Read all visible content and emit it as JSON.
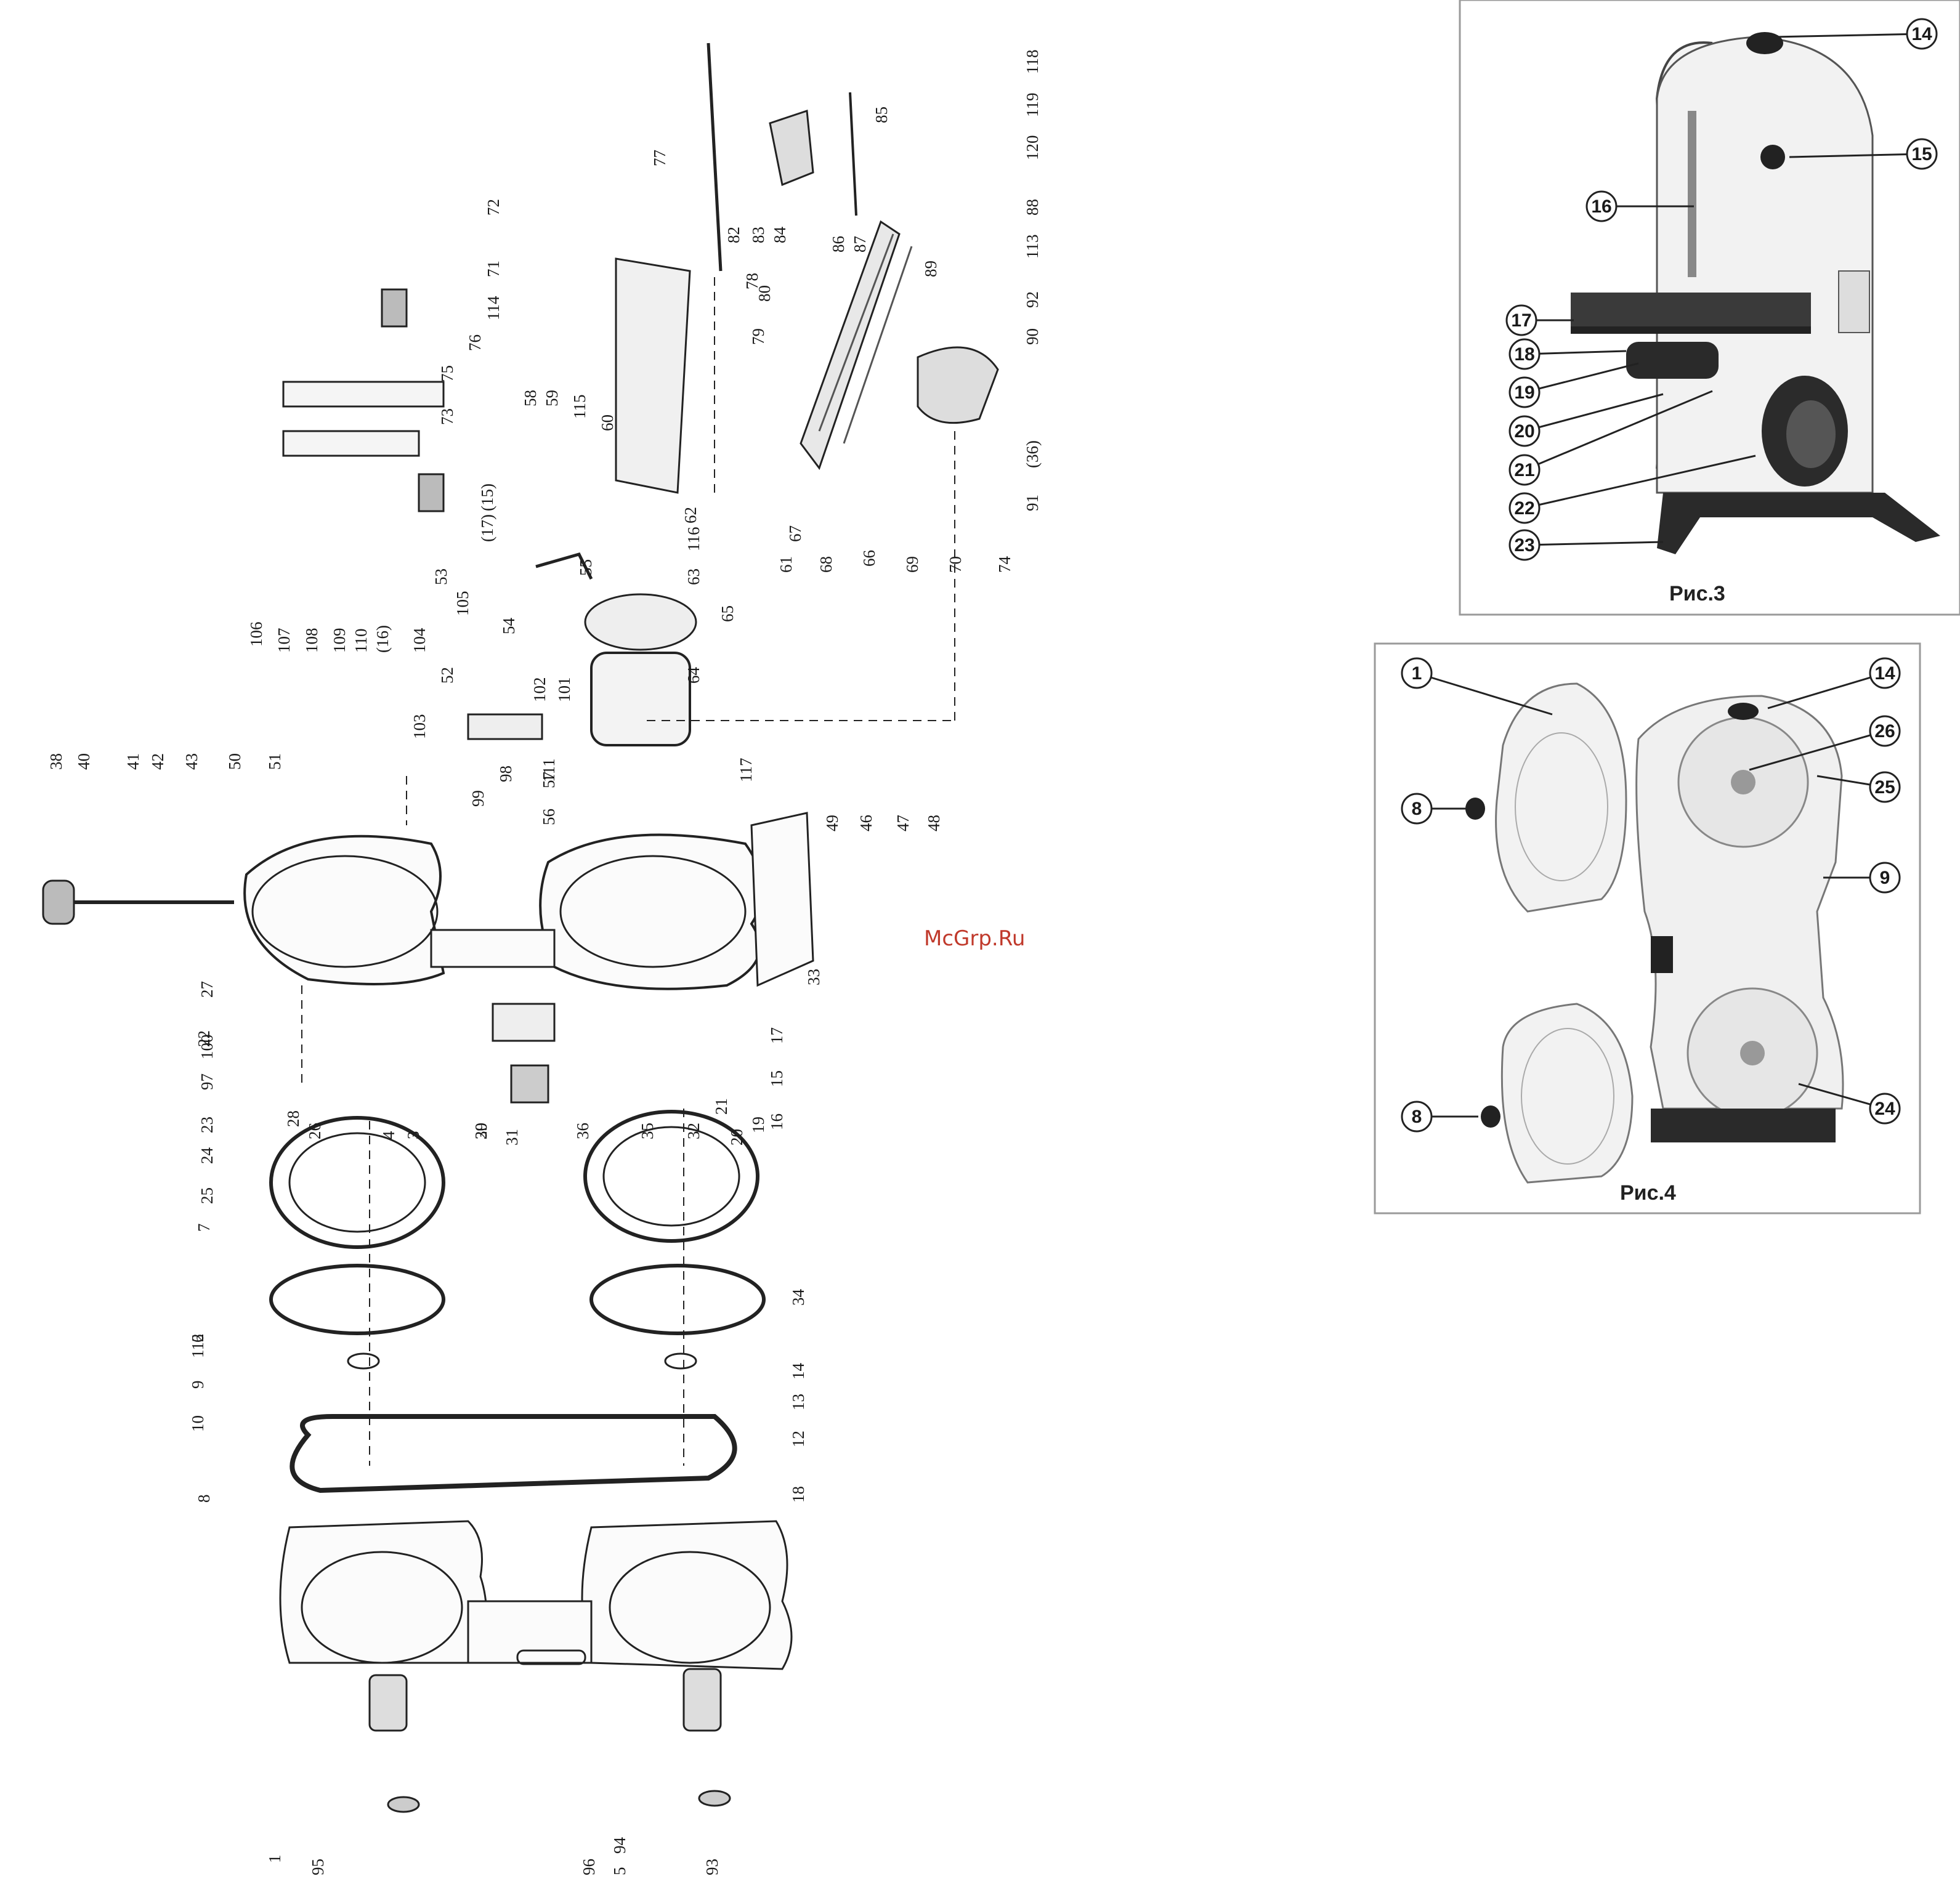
{
  "watermark": "McGrp.Ru",
  "exploded_view": {
    "callouts": [
      "1",
      "3",
      "4",
      "5",
      "6",
      "7",
      "8",
      "9",
      "10",
      "12",
      "13",
      "14",
      "15",
      "16",
      "17",
      "18",
      "19",
      "20",
      "21",
      "22",
      "23",
      "24",
      "25",
      "26",
      "27",
      "28",
      "29",
      "30",
      "31",
      "32",
      "33",
      "34",
      "35",
      "36",
      "38",
      "40",
      "41",
      "42",
      "43",
      "46",
      "47",
      "48",
      "49",
      "50",
      "51",
      "52",
      "53",
      "54",
      "55",
      "56",
      "57",
      "58",
      "59",
      "60",
      "61",
      "62",
      "63",
      "64",
      "65",
      "66",
      "67",
      "68",
      "69",
      "70",
      "71",
      "72",
      "73",
      "74",
      "75",
      "76",
      "77",
      "78",
      "79",
      "80",
      "82",
      "83",
      "84",
      "85",
      "86",
      "87",
      "88",
      "89",
      "90",
      "91",
      "92",
      "93",
      "94",
      "95",
      "96",
      "97",
      "98",
      "99",
      "100",
      "101",
      "102",
      "103",
      "104",
      "105",
      "106",
      "107",
      "108",
      "109",
      "110",
      "111",
      "112",
      "113",
      "114",
      "115",
      "116",
      "117",
      "118",
      "119",
      "120",
      "(15)",
      "(16)",
      "(17)",
      "(36)"
    ]
  },
  "figure3": {
    "caption": "Рис.3",
    "callouts": [
      "14",
      "15",
      "16",
      "17",
      "18",
      "19",
      "20",
      "21",
      "22",
      "23"
    ]
  },
  "figure4": {
    "caption": "Рис.4",
    "callouts": [
      "1",
      "8",
      "14",
      "26",
      "25",
      "9",
      "8",
      "24"
    ]
  }
}
